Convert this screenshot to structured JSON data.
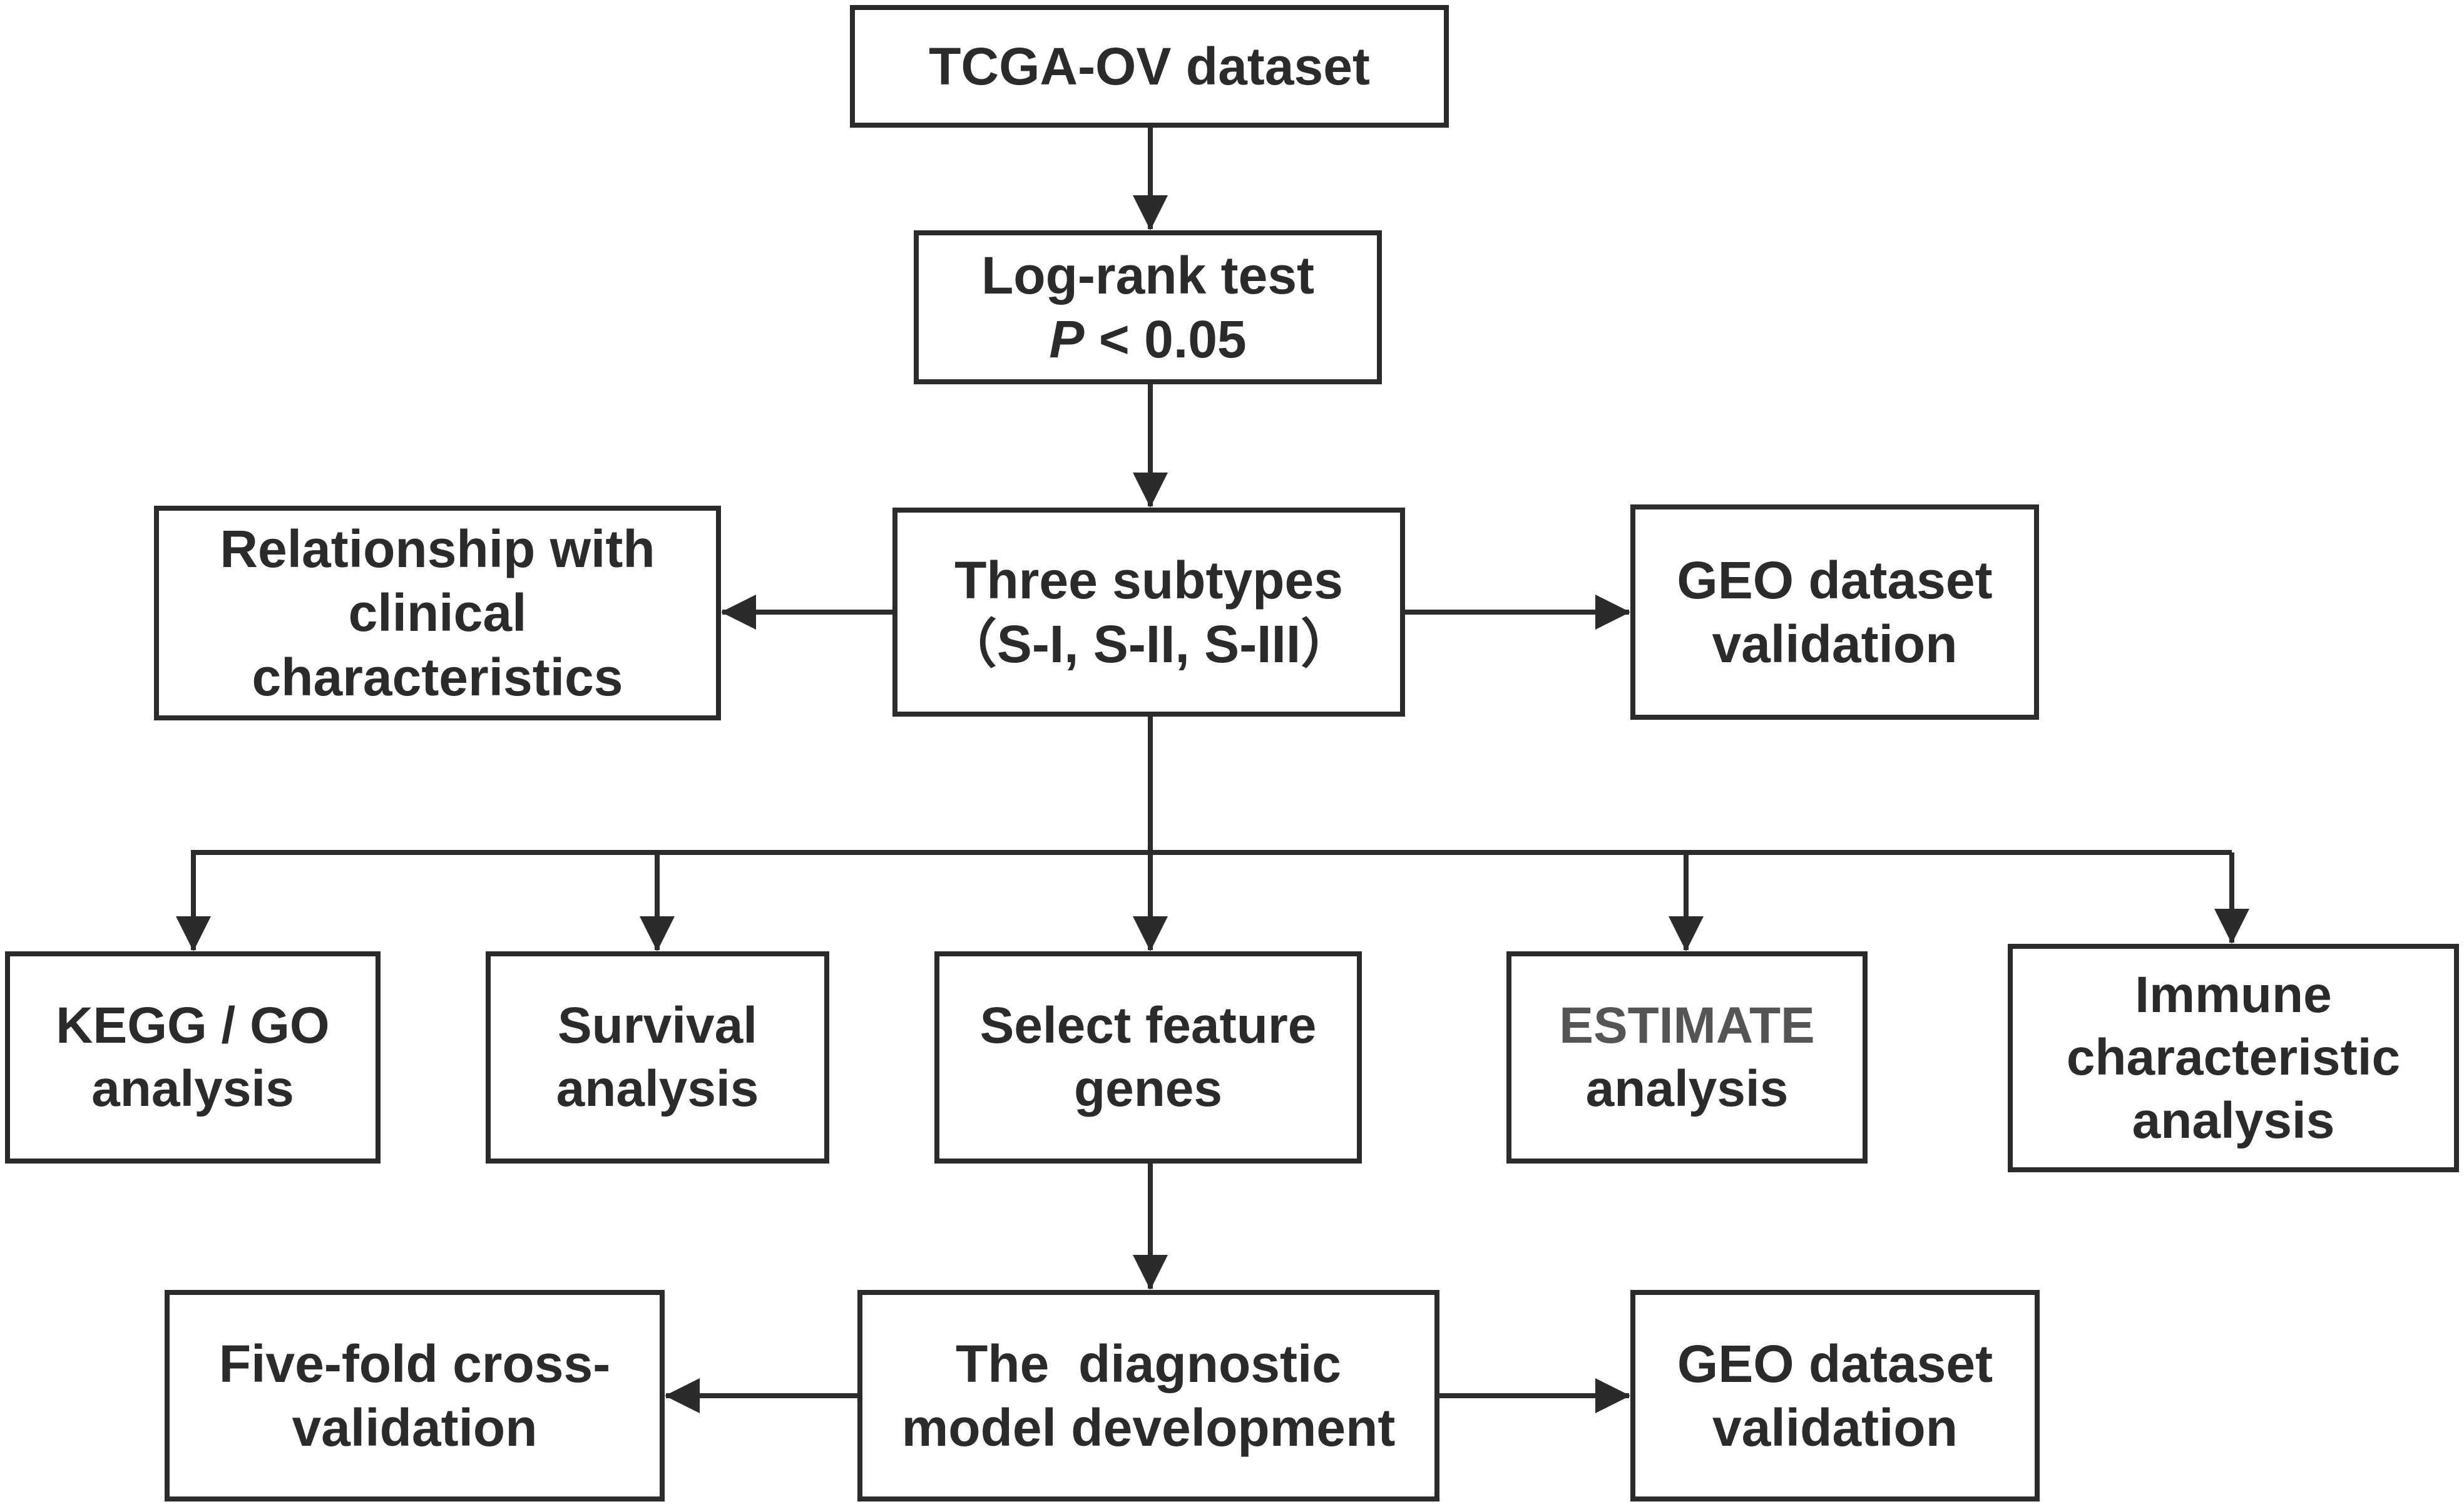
{
  "nodes": {
    "tcga": {
      "lines": [
        "TCGA-OV dataset"
      ]
    },
    "logrank": {
      "line1": "Log-rank test",
      "p_symbol": "P",
      "p_rest": " < 0.05"
    },
    "subtypes": {
      "lines": [
        "Three subtypes",
        "（S-I, S-II, S-III）"
      ]
    },
    "clinical": {
      "lines": [
        "Relationship with",
        "clinical",
        "characteristics"
      ]
    },
    "geo_validation_top": {
      "lines": [
        "GEO dataset",
        "validation"
      ]
    },
    "kegg_go": {
      "lines": [
        "KEGG / GO",
        "analysis"
      ]
    },
    "survival": {
      "lines": [
        "Survival",
        "analysis"
      ]
    },
    "select_genes": {
      "lines": [
        "Select feature",
        "genes"
      ]
    },
    "estimate": {
      "lines": [
        "ESTIMATE",
        "analysis"
      ]
    },
    "immune": {
      "lines": [
        "Immune",
        "characteristic",
        "analysis"
      ]
    },
    "fivefold": {
      "lines": [
        "Five-fold cross-",
        "validation"
      ]
    },
    "model": {
      "lines": [
        "The  diagnostic",
        "model development"
      ]
    },
    "geo_validation_bottom": {
      "lines": [
        "GEO dataset",
        "validation"
      ]
    }
  },
  "colors": {
    "stroke": "#2b2b2b",
    "text": "#2b2b2b",
    "estimate_text": "#555555",
    "background": "#ffffff"
  }
}
